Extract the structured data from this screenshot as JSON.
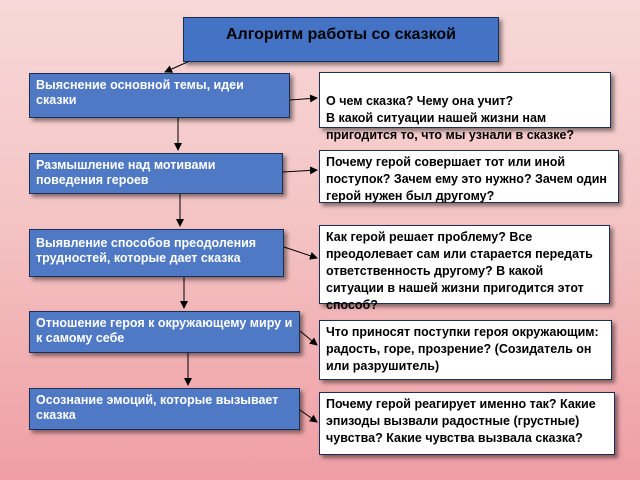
{
  "title": "Алгоритм работы со сказкой",
  "steps": [
    "Выяснение основной темы, идеи сказки",
    "Размышление  над мотивами поведения героев",
    "Выявление способов преодоления трудностей, которые дает сказка",
    "Отношение героя к окружающему миру и к самому себе",
    "Осознание эмоций, которые вызывает сказка"
  ],
  "questions": [
    "О чем  сказка?     Чему она учит?\nВ какой ситуации нашей жизни нам пригодится то, что мы узнали в сказке?",
    "Почему герой   совершает тот или иной поступок?  Зачем ему это нужно? Зачем один герой нужен был другому?",
    "Как герой  решает проблему?  Все преодолевает сам или старается передать ответственность другому? В какой ситуации  в нашей жизни пригодится этот способ?",
    "Что приносят поступки героя окружающим:  радость, горе, прозрение? (Созидатель он или разрушитель)",
    "Почему герой реагирует именно так? Какие эпизоды вызвали радостные (грустные)  чувства?   Какие чувства вызвала сказка?"
  ],
  "colors": {
    "box_fill": "#4f79c5",
    "background_top": "#f8d8d8",
    "background_bottom": "#ef9ea4"
  }
}
